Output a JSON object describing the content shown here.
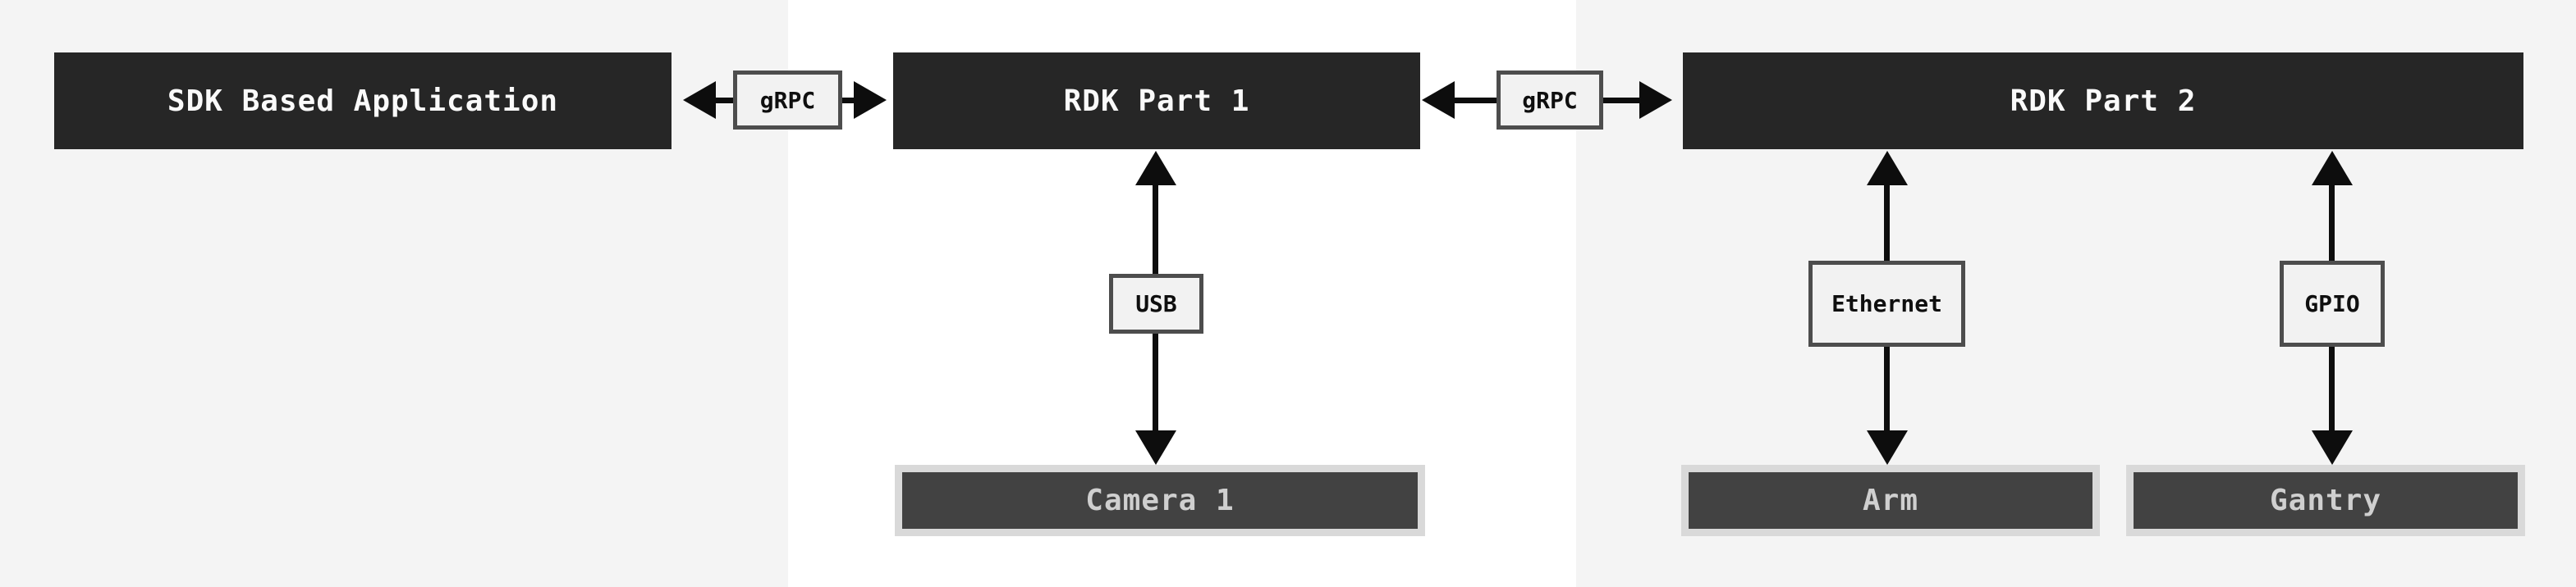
{
  "colors": {
    "node_bg": "#262626",
    "node_text": "#fafafa",
    "device_frame": "#d9d9d9",
    "device_bg": "#424242",
    "device_text": "#cfcfcf",
    "label_bg": "#f2f2f2",
    "label_border": "#4d4d4d",
    "label_text": "#0f0f0f",
    "arrow": "#0d0d0d",
    "band_gray": "#f4f4f4",
    "band_white": "#ffffff"
  },
  "nodes": {
    "sdk_app": {
      "label": "SDK Based Application"
    },
    "rdk_part_1": {
      "label": "RDK Part 1"
    },
    "rdk_part_2": {
      "label": "RDK Part 2"
    }
  },
  "devices": {
    "camera1": {
      "label": "Camera 1"
    },
    "arm": {
      "label": "Arm"
    },
    "gantry": {
      "label": "Gantry"
    }
  },
  "edge_labels": {
    "grpc_1": {
      "label": "gRPC"
    },
    "grpc_2": {
      "label": "gRPC"
    },
    "usb": {
      "label": "USB"
    },
    "ethernet": {
      "label": "Ethernet"
    },
    "gpio": {
      "label": "GPIO"
    }
  }
}
